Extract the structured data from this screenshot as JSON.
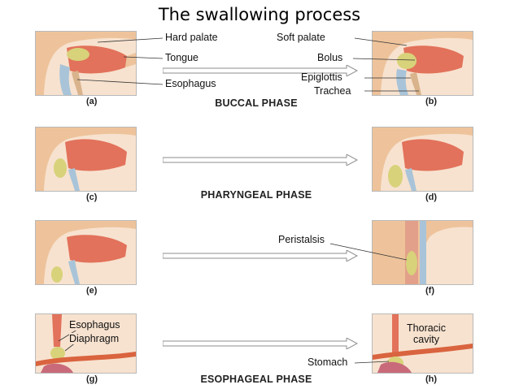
{
  "title": "The swallowing process",
  "phases": {
    "buccal": "BUCCAL PHASE",
    "pharyngeal": "PHARYNGEAL PHASE",
    "esophageal": "ESOPHAGEAL PHASE"
  },
  "panel_labels": {
    "a": "(a)",
    "b": "(b)",
    "c": "(c)",
    "d": "(d)",
    "e": "(e)",
    "f": "(f)",
    "g": "(g)",
    "h": "(h)"
  },
  "callouts": {
    "hard_palate": "Hard palate",
    "tongue": "Tongue",
    "esophagus_a": "Esophagus",
    "soft_palate": "Soft palate",
    "bolus": "Bolus",
    "epiglottis": "Epiglottis",
    "trachea": "Trachea",
    "peristalsis": "Peristalsis",
    "esophagus_g": "Esophagus",
    "diaphragm": "Diaphragm",
    "thoracic_cavity": "Thoracic cavity",
    "stomach": "Stomach"
  },
  "colors": {
    "tissue": "#f7e2cf",
    "muscle": "#e2725b",
    "bolus": "#d8d27a",
    "airway": "#a9c4d8",
    "skin": "#eec39b"
  }
}
